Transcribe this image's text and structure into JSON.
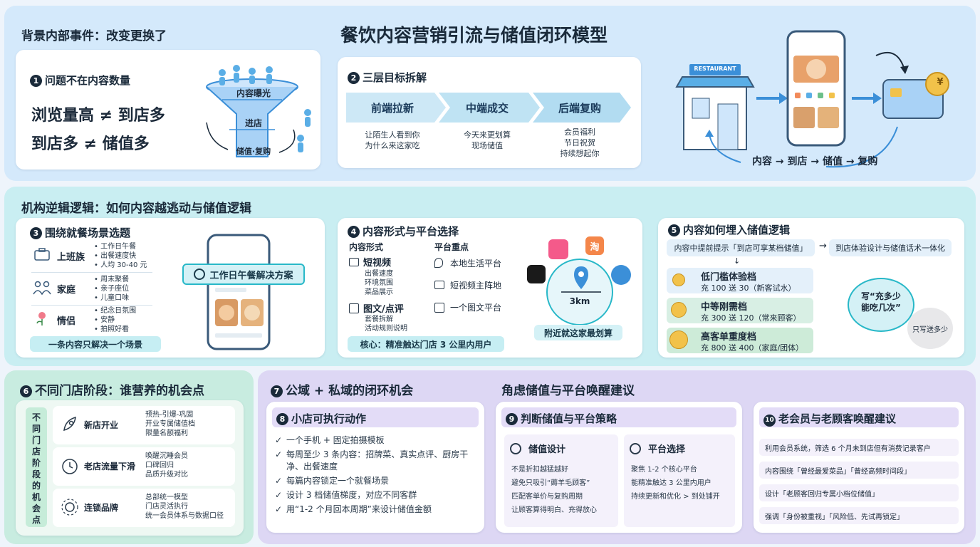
{
  "title": "餐饮内容营销引流与储值闭环模型",
  "colors": {
    "blue_band": "#d4e9fb",
    "teal_band": "#c9eef2",
    "green_band": "#c8ece0",
    "purple_band": "#ddd7f4",
    "accent_blue": "#3b8fd8",
    "accent_teal": "#28b8c8"
  },
  "sec1": {
    "heading": "背景内部事件：改变更换了",
    "card1": {
      "title": "问题不在内容数量",
      "line1": "浏览量高 ≠ 到店多",
      "line2": "到店多 ≠ 储值多",
      "funnel": [
        "内容曝光",
        "进店",
        "储值·复购"
      ]
    },
    "card2": {
      "title": "三层目标拆解",
      "stages": [
        {
          "label": "前端拉新",
          "desc1": "让陌生人看到你",
          "desc2": "为什么来这家吃",
          "desc3": ""
        },
        {
          "label": "中端成交",
          "desc1": "今天来更划算",
          "desc2": "现场储值",
          "desc3": ""
        },
        {
          "label": "后端复购",
          "desc1": "会员福利",
          "desc2": "节日祝贺",
          "desc3": "持续想起你"
        }
      ]
    },
    "flow": {
      "restaurant_sign": "RESTAURANT",
      "caption": "内容 → 到店 → 储值 → 复购",
      "coin": "¥"
    }
  },
  "sec2": {
    "heading": "机构逆辑逻辑：如何内容越逃动与储值逻辑",
    "card3": {
      "title": "围绕就餐场景选题",
      "groups": [
        {
          "label": "上班族",
          "items": [
            "工作日午餐",
            "出餐速度快",
            "人均 30-40 元"
          ]
        },
        {
          "label": "家庭",
          "items": [
            "周末聚餐",
            "亲子座位",
            "儿童口味"
          ]
        },
        {
          "label": "情侣",
          "items": [
            "纪念日氛围",
            "安静",
            "拍照好看"
          ]
        }
      ],
      "bubble": "工作日午餐解决方案",
      "footer": "一条内容只解决一个场景"
    },
    "card4": {
      "title": "内容形式与平台选择",
      "col1_head": "内容形式",
      "col2_head": "平台重点",
      "forms": [
        {
          "label": "短视频",
          "items": [
            "出餐速度",
            "环境氛围",
            "菜品展示"
          ]
        },
        {
          "label": "图文/点评",
          "items": [
            "套餐拆解",
            "活动规则说明"
          ]
        }
      ],
      "platforms": [
        "本地生活平台",
        "短视频主阵地",
        "一个图文平台"
      ],
      "map_radius": "3km",
      "map_caption": "附近就这家最划算",
      "core": "核心：精准触达门店 3 公里内用户",
      "app_taobao": "淘"
    },
    "card5": {
      "title": "内容如何埋入储值逻辑",
      "hint1": "内容中提前提示「到店可享某档储值」",
      "arrow": "→",
      "down_arrow": "↓",
      "hint2": "到店体验设计与储值话术一体化",
      "tiers": [
        {
          "name": "低门槛体验档",
          "detail": "充 100 送 30（新客试水）"
        },
        {
          "name": "中等刚需档",
          "detail": "充 300 送 120（常来顾客）"
        },
        {
          "name": "高客单重度档",
          "detail": "充 800 送 400（家庭/团体）"
        }
      ],
      "bubble1": "写“充多少能吃几次”",
      "bubble2": "只写送多少"
    }
  },
  "sec3": {
    "heading": "不同门店阶段：谁营养的机会点",
    "vertical_label": "不同门店阶段的机会点",
    "stages": [
      {
        "label": "新店开业",
        "items": [
          "预热-引爆-巩固",
          "开业专属储值档",
          "限量名额福利"
        ]
      },
      {
        "label": "老店流量下滑",
        "items": [
          "唤醒沉睡会员",
          "口碑回归",
          "品质升级对比"
        ]
      },
      {
        "label": "连锁品牌",
        "items": [
          "总部统一模型",
          "门店灵活执行",
          "统一会员体系与数据口径"
        ]
      }
    ]
  },
  "sec4": {
    "heading": "公域 + 私域的闭环机会",
    "heading2": "角虑储值与平台唤醒建议",
    "card8": {
      "title": "小店可执行动作",
      "items": [
        "一个手机 + 固定拍摄模板",
        "每周至少 3 条内容：招牌菜、真实点评、厨房干净、出餐速度",
        "每篇内容锁定一个就餐场景",
        "设计 3 档储值梯度，对应不同客群",
        "用“1-2 个月回本周期”来设计储值金额"
      ]
    },
    "card9": {
      "title": "判断储值与平台策略",
      "left_head": "储值设计",
      "left_items": [
        "不是折扣越猛越好",
        "避免只吸引“薅羊毛顾客”",
        "匹配客单价与复购周期",
        "让顾客算得明白、充得放心"
      ],
      "right_head": "平台选择",
      "right_items": [
        "聚焦 1-2 个核心平台",
        "能精准触达 3 公里内用户",
        "持续更新和优化 > 到处铺开"
      ]
    },
    "card10": {
      "title": "老会员与老顾客唤醒建议",
      "items": [
        "利用会员系统，筛选 6 个月未到店但有消费记录客户",
        "内容围绕「曾经最爱菜品」「曾经高频时间段」",
        "设计「老顾客回归专属小档位储值」",
        "强调「身份被重视」「风险低、先试再锁定」"
      ]
    }
  }
}
